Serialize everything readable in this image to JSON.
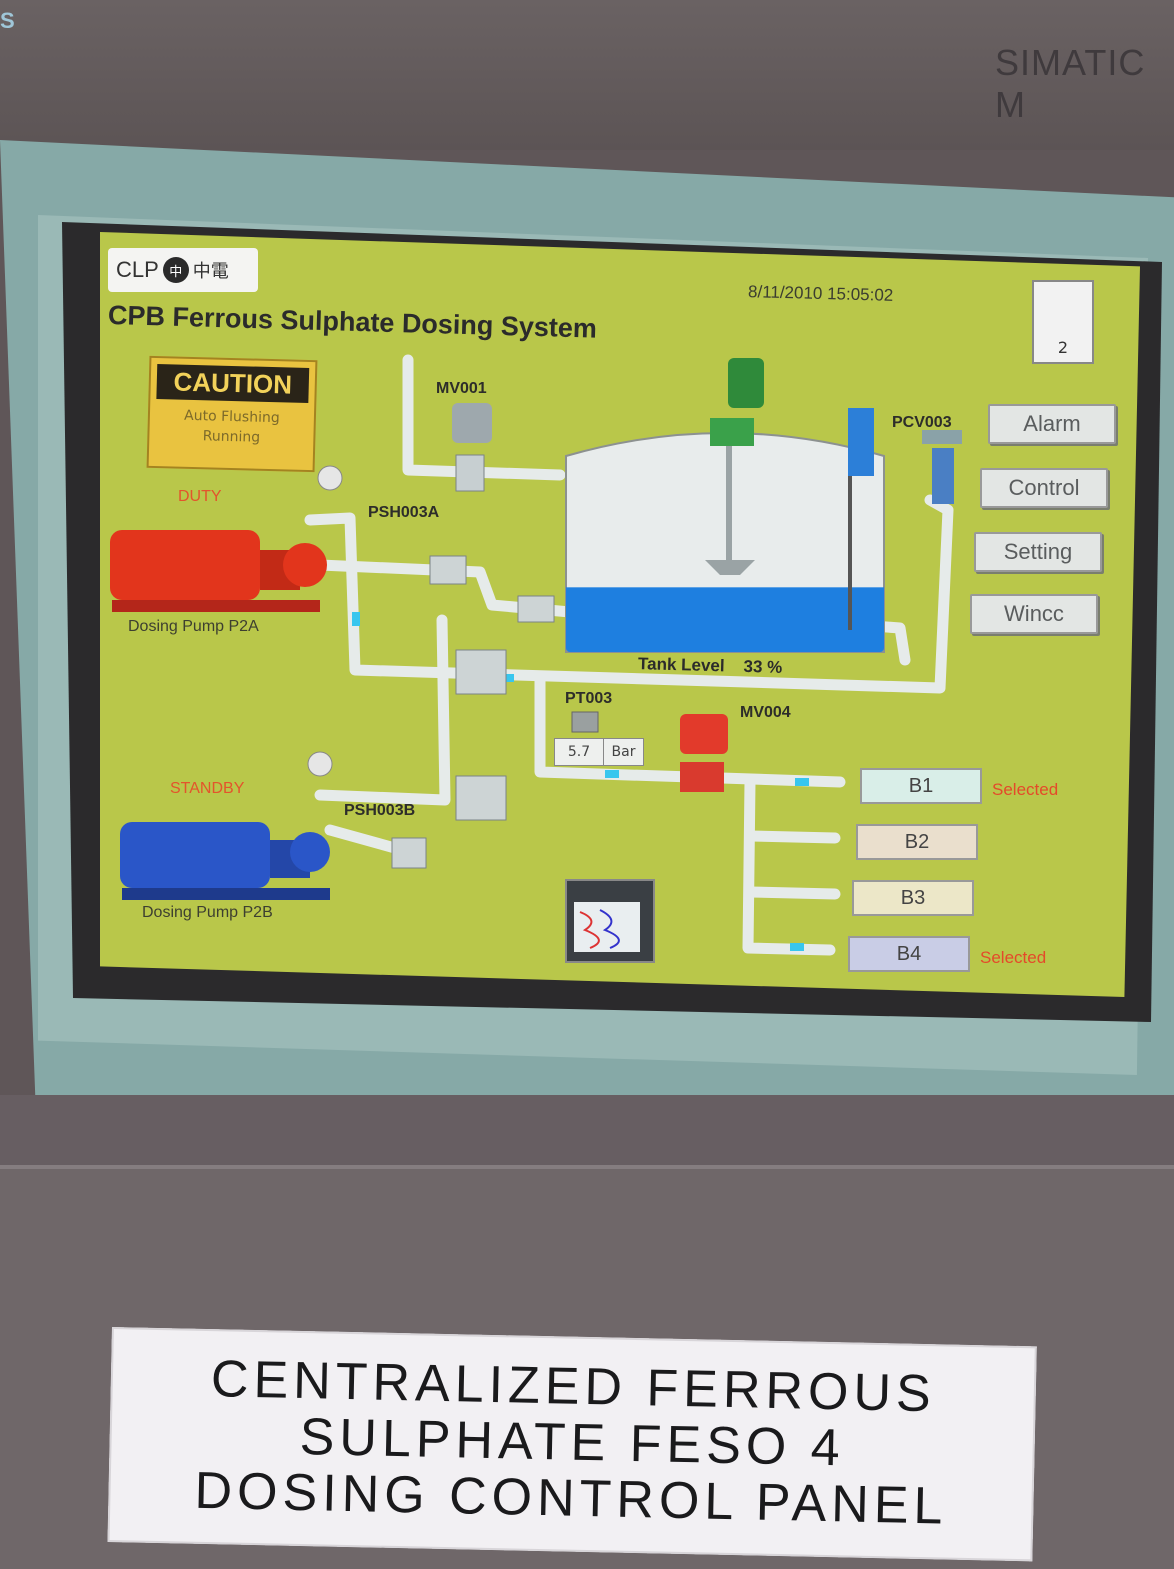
{
  "device": {
    "brand": "SIMATIC M",
    "corner_mark": "S"
  },
  "hmi": {
    "logo": {
      "text": "CLP",
      "mark": "中",
      "cn": "中電"
    },
    "title": "CPB Ferrous Sulphate Dosing System",
    "datetime": "8/11/2010 15:05:02",
    "alarm_count": "2",
    "caution": {
      "header": "CAUTION",
      "line1": "Auto Flushing",
      "line2": "Running"
    },
    "nav": [
      "Alarm",
      "Control",
      "Setting",
      "Wincc"
    ],
    "tags": {
      "mv001": "MV001",
      "psh003a": "PSH003A",
      "psh003b": "PSH003B",
      "pcv003": "PCV003",
      "pt003": "PT003",
      "mv004": "MV004"
    },
    "pumps": {
      "p2a": {
        "mode": "DUTY",
        "label": "Dosing Pump P2A",
        "color": "#e2351c"
      },
      "p2b": {
        "mode": "STANDBY",
        "label": "Dosing Pump P2B",
        "color": "#2a56c8"
      }
    },
    "tank": {
      "label": "Tank Level",
      "level_text": "33 %",
      "level_fraction": 0.33,
      "liquid_color": "#1e7fe0"
    },
    "pressure": {
      "value": "5.7",
      "unit": "Bar"
    },
    "bays": [
      {
        "label": "B1",
        "status": "Selected",
        "color": "#d9eee8"
      },
      {
        "label": "B2",
        "status": "",
        "color": "#eadfcd"
      },
      {
        "label": "B3",
        "status": "",
        "color": "#ece7c8"
      },
      {
        "label": "B4",
        "status": "Selected",
        "color": "#c9cde6"
      }
    ],
    "colors": {
      "screen_bg": "#b9c74a",
      "pipe": "#e6ebea",
      "flow": "#38c6ee"
    }
  },
  "nameplate": {
    "line1": "CENTRALIZED FERROUS",
    "line2": "SULPHATE FESO 4",
    "line3": "DOSING CONTROL PANEL"
  }
}
